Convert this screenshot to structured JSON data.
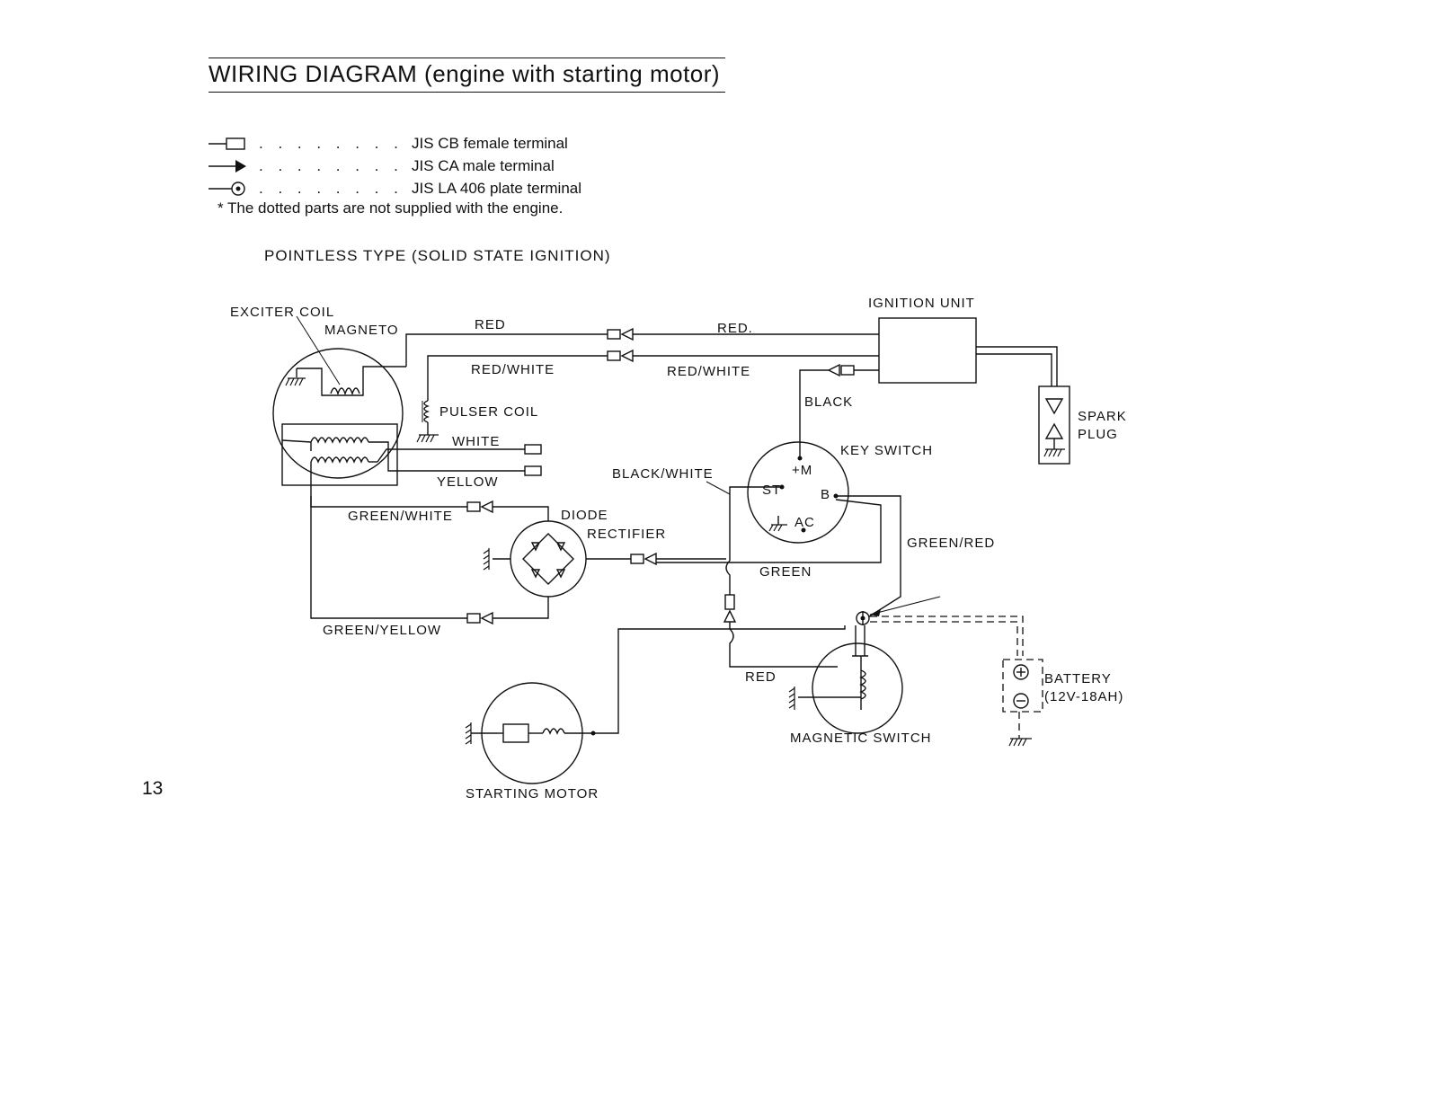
{
  "title": "WIRING DIAGRAM (engine with starting motor)",
  "legend": [
    {
      "icon": "female-terminal-icon",
      "dots": ". . . . . . . . . . . .",
      "text": "JIS CB female terminal"
    },
    {
      "icon": "male-terminal-icon",
      "dots": ". . . . . . . . . . . .",
      "text": "JIS CA male terminal"
    },
    {
      "icon": "plate-terminal-icon",
      "dots": ". . . . . . . . . . . .",
      "text": "JIS LA 406 plate terminal"
    }
  ],
  "note": "* The dotted parts are not supplied with the engine.",
  "subtitle": "POINTLESS TYPE (SOLID STATE IGNITION)",
  "labels": {
    "exciter_coil": "EXCITER COIL",
    "magneto": "MAGNETO",
    "red_1": "RED",
    "red_2": "RED.",
    "red_white_1": "RED/WHITE",
    "red_white_2": "RED/WHITE",
    "ignition_unit": "IGNITION UNIT",
    "black": "BLACK",
    "pulser_coil": "PULSER COIL",
    "white": "WHITE",
    "yellow": "YELLOW",
    "black_white": "BLACK/WHITE",
    "key_switch": "KEY SWITCH",
    "plus_m": "+M",
    "st": "ST",
    "b": "B",
    "ac": "AC",
    "spark": "SPARK",
    "plug": "PLUG",
    "green_white": "GREEN/WHITE",
    "diode": "DIODE",
    "rectifier": "RECTIFIER",
    "green": "GREEN",
    "green_red": "GREEN/RED",
    "green_yellow": "GREEN/YELLOW",
    "red_3": "RED",
    "battery": "BATTERY",
    "battery_spec": "(12V-18AH)",
    "magnetic_switch": "MAGNETIC SWITCH",
    "starting_motor": "STARTING MOTOR"
  },
  "page_number": "13"
}
